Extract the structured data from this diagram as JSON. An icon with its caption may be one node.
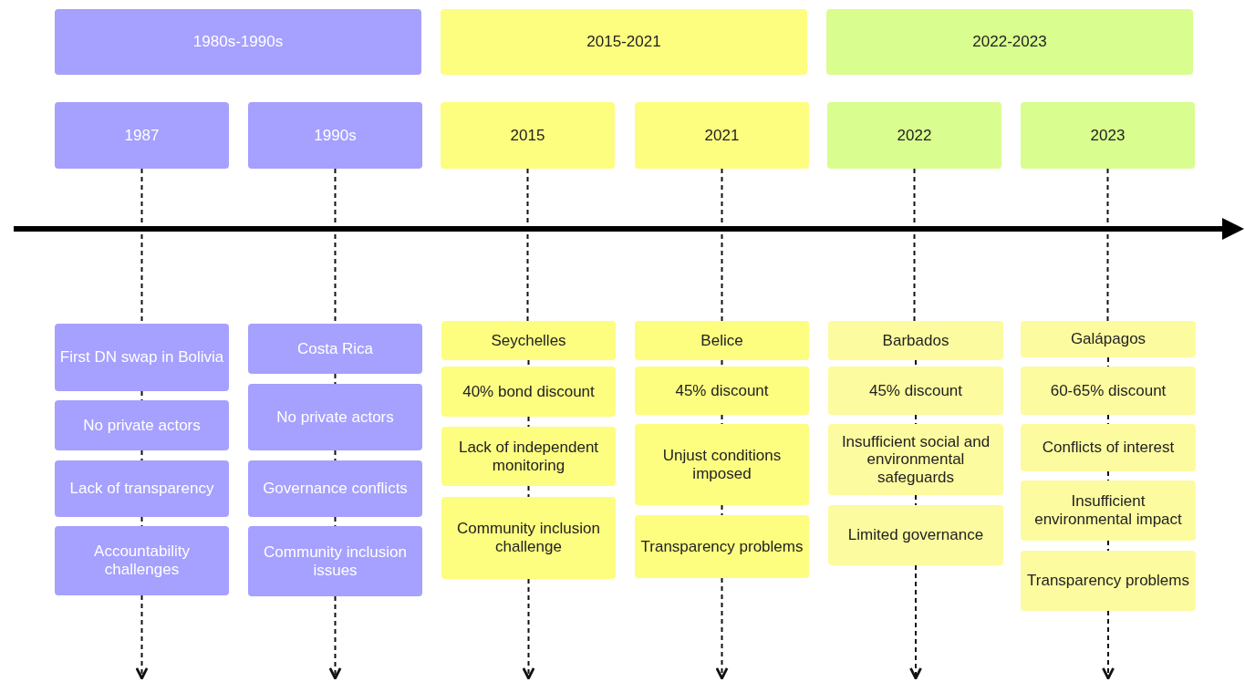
{
  "diagram": {
    "nodes": [
      {
        "text": [
          "1980s-1990s"
        ]
      },
      {
        "text": [
          "2015-2021"
        ]
      },
      {
        "text": [
          "2022-2023"
        ]
      },
      {
        "text": [
          "1987"
        ]
      },
      {
        "text": [
          "1990s"
        ]
      },
      {
        "text": [
          "2015"
        ]
      },
      {
        "text": [
          "2021"
        ]
      },
      {
        "text": [
          "2022"
        ]
      },
      {
        "text": [
          "2023"
        ]
      },
      {
        "text": [
          "First DN swap in Bolivia"
        ]
      },
      {
        "text": [
          "No private actors"
        ]
      },
      {
        "text": [
          "Lack of transparency"
        ]
      },
      {
        "text": [
          "Accountability challenges"
        ]
      },
      {
        "text": [
          "Costa Rica"
        ]
      },
      {
        "text": [
          "No private actors"
        ]
      },
      {
        "text": [
          "Governance conflicts"
        ]
      },
      {
        "text": [
          "Community inclusion issues"
        ]
      },
      {
        "text": [
          "Seychelles"
        ]
      },
      {
        "text": [
          "40% bond discount"
        ]
      },
      {
        "text": [
          "Lack of independent monitoring"
        ]
      },
      {
        "text": [
          "Community inclusion challenge"
        ]
      },
      {
        "text": [
          "Belice"
        ]
      },
      {
        "text": [
          "45% discount"
        ]
      },
      {
        "text": [
          "Unjust conditions imposed"
        ]
      },
      {
        "text": [
          "Transparency problems"
        ]
      },
      {
        "text": [
          "Barbados"
        ]
      },
      {
        "text": [
          "45% discount"
        ]
      },
      {
        "text": [
          "Insufficient social and environmental safeguards"
        ]
      },
      {
        "text": [
          "Limited governance"
        ]
      },
      {
        "text": [
          "Galápagos"
        ]
      },
      {
        "text": [
          "60-65% discount"
        ]
      },
      {
        "text": [
          "Conflicts of interest"
        ]
      },
      {
        "text": [
          "Insufficient environmental impact"
        ]
      },
      {
        "text": [
          "Transparency problems"
        ]
      }
    ],
    "edges": [
      {
        "from": 3,
        "to": 9,
        "arrow": "none",
        "style": "dashed"
      },
      {
        "from": 9,
        "to": 10,
        "arrow": "none",
        "style": "dashed"
      },
      {
        "from": 10,
        "to": 11,
        "arrow": "none",
        "style": "dashed"
      },
      {
        "from": 11,
        "to": 12,
        "arrow": "none",
        "style": "dashed"
      },
      {
        "from": 12,
        "to": null,
        "arrow": "to",
        "style": "dashed"
      },
      {
        "from": 4,
        "to": 13,
        "arrow": "none",
        "style": "dashed"
      },
      {
        "from": 13,
        "to": 14,
        "arrow": "none",
        "style": "dashed"
      },
      {
        "from": 14,
        "to": 15,
        "arrow": "none",
        "style": "dashed"
      },
      {
        "from": 15,
        "to": 16,
        "arrow": "none",
        "style": "dashed"
      },
      {
        "from": 16,
        "to": null,
        "arrow": "to",
        "style": "dashed"
      },
      {
        "from": 5,
        "to": 17,
        "arrow": "none",
        "style": "dashed"
      },
      {
        "from": 17,
        "to": 18,
        "arrow": "none",
        "style": "dashed"
      },
      {
        "from": 18,
        "to": 19,
        "arrow": "none",
        "style": "dashed"
      },
      {
        "from": 19,
        "to": 20,
        "arrow": "none",
        "style": "dashed"
      },
      {
        "from": 20,
        "to": null,
        "arrow": "to",
        "style": "dashed"
      },
      {
        "from": 6,
        "to": 21,
        "arrow": "none",
        "style": "dashed"
      },
      {
        "from": 21,
        "to": 22,
        "arrow": "none",
        "style": "dashed"
      },
      {
        "from": 22,
        "to": 23,
        "arrow": "none",
        "style": "dashed"
      },
      {
        "from": 23,
        "to": 24,
        "arrow": "none",
        "style": "dashed"
      },
      {
        "from": 24,
        "to": null,
        "arrow": "to",
        "style": "dashed"
      },
      {
        "from": 7,
        "to": 25,
        "arrow": "none",
        "style": "dashed"
      },
      {
        "from": 25,
        "to": 26,
        "arrow": "none",
        "style": "dashed"
      },
      {
        "from": 26,
        "to": 27,
        "arrow": "none",
        "style": "dashed"
      },
      {
        "from": 27,
        "to": 28,
        "arrow": "none",
        "style": "dashed"
      },
      {
        "from": 28,
        "to": null,
        "arrow": "to",
        "style": "dashed"
      },
      {
        "from": 8,
        "to": 29,
        "arrow": "none",
        "style": "dashed"
      },
      {
        "from": 29,
        "to": 30,
        "arrow": "none",
        "style": "dashed"
      },
      {
        "from": 30,
        "to": 31,
        "arrow": "none",
        "style": "dashed"
      },
      {
        "from": 31,
        "to": 32,
        "arrow": "none",
        "style": "dashed"
      },
      {
        "from": 32,
        "to": 33,
        "arrow": "none",
        "style": "dashed"
      },
      {
        "from": 33,
        "to": null,
        "arrow": "to",
        "style": "dashed"
      }
    ]
  }
}
